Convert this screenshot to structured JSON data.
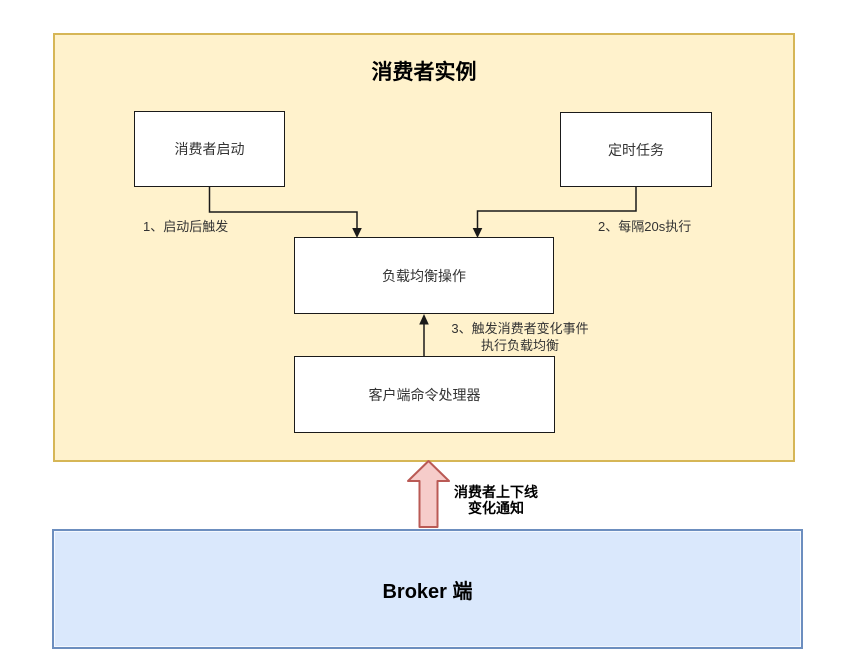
{
  "diagram": {
    "title": "消费者实例",
    "nodes": {
      "consumer_start": "消费者启动",
      "scheduled_task": "定时任务",
      "rebalance": "负载均衡操作",
      "client_cmd": "客户端命令处理器",
      "broker": "Broker 端"
    },
    "edge_labels": {
      "startup_trigger": "1、启动后触发",
      "every_20s": "2、每隔20s执行",
      "consumer_change_line1": "3、触发消费者变化事件",
      "consumer_change_line2": "执行负载均衡",
      "notify_line1": "消费者上下线",
      "notify_line2": "变化通知"
    },
    "colors": {
      "container_fill": "#FFF2CC",
      "container_border": "#D6B656",
      "node_fill": "#FFFFFF",
      "node_border": "#1A1A1A",
      "broker_fill": "#DAE8FC",
      "broker_border": "#6C8EBF",
      "notify_arrow_fill": "#F6CCCA",
      "notify_arrow_border": "#BA5A55",
      "connector": "#1A1A1A"
    }
  }
}
